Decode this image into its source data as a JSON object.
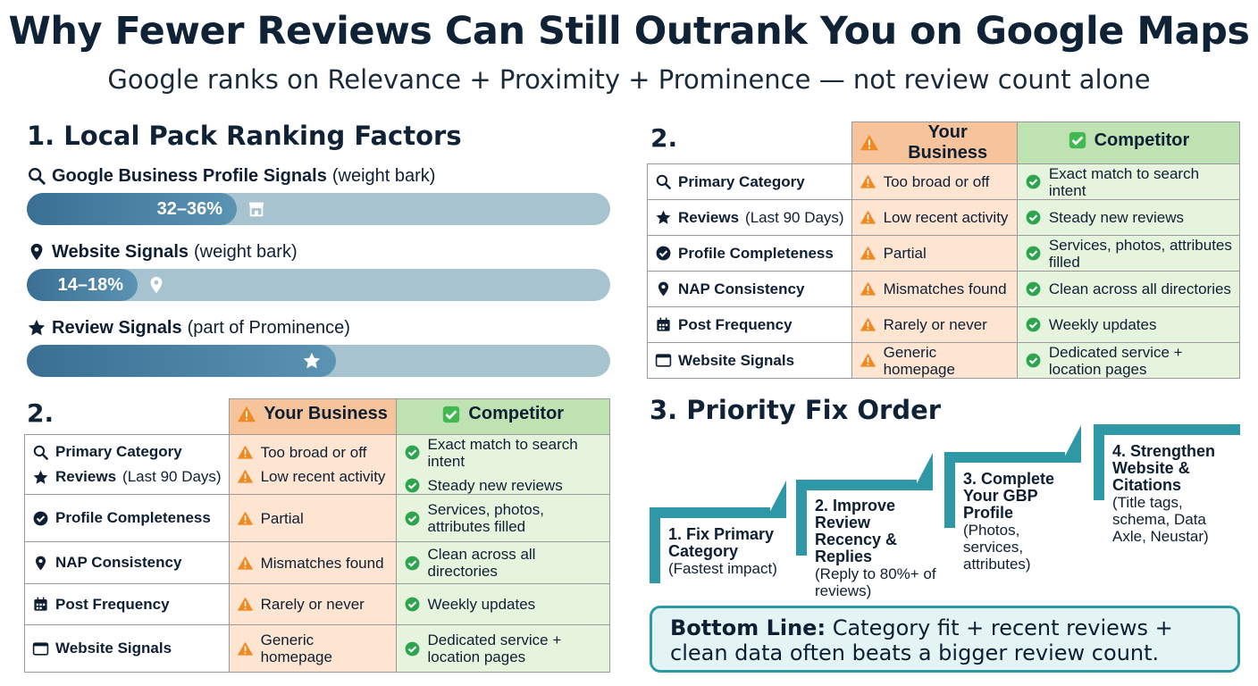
{
  "header": {
    "title": "Why Fewer Reviews Can Still Outrank You on Google Maps",
    "subtitle": "Google ranks on Relevance + Proximity + Prominence — not review count alone"
  },
  "section1": {
    "title": "1. Local Pack Ranking Factors",
    "factors": [
      {
        "name": "Google Business Profile Signals",
        "note": "(weight bark)",
        "value_label": "32–36%",
        "fill_fraction": 0.36,
        "icon": "search-icon"
      },
      {
        "name": "Website Signals",
        "note": "(weight bark)",
        "value_label": "14–18%",
        "fill_fraction": 0.19,
        "icon": "location-pin-icon"
      },
      {
        "name": "Review Signals",
        "note": "(part of Prominence)",
        "value_label": "",
        "fill_fraction": 0.53,
        "icon": "star-icon"
      }
    ]
  },
  "table_left": {
    "number": "2.",
    "col_your": "Your Business",
    "col_comp": "Competitor",
    "rows": [
      {
        "label": "Primary Category",
        "label_note": "",
        "your": "Too broad or off",
        "comp": "Exact match to search intent"
      },
      {
        "label": "Reviews",
        "label_note": "(Last 90 Days)",
        "your": "Low recent activity",
        "comp": "Steady new reviews"
      },
      {
        "label": "Profile Completeness",
        "label_note": "",
        "your": "Partial",
        "comp": "Services, photos, attributes filled"
      },
      {
        "label": "NAP Consistency",
        "label_note": "",
        "your": "Mismatches found",
        "comp": "Clean across all directories"
      },
      {
        "label": "Post Frequency",
        "label_note": "",
        "your": "Rarely or never",
        "comp": "Weekly updates"
      },
      {
        "label": "Website Signals",
        "label_note": "",
        "your": "Generic homepage",
        "comp": "Dedicated service + location pages"
      }
    ]
  },
  "table_right": {
    "number": "2.",
    "col_your": "Your Business",
    "col_comp": "Competitor",
    "rows": [
      {
        "label": "Primary Category",
        "label_note": "",
        "your": "Too broad or off",
        "comp": "Exact match to search intent"
      },
      {
        "label": "Reviews",
        "label_note": "(Last 90 Days)",
        "your": "Low recent activity",
        "comp": "Steady new reviews"
      },
      {
        "label": "Profile Completeness",
        "label_note": "",
        "your": "Partial",
        "comp": "Services, photos, attributes filled"
      },
      {
        "label": "NAP Consistency",
        "label_note": "",
        "your": "Mismatches found",
        "comp": "Clean across all directories"
      },
      {
        "label": "Post Frequency",
        "label_note": "",
        "your": "Rarely or never",
        "comp": "Weekly updates"
      },
      {
        "label": "Website Signals",
        "label_note": "",
        "your": "Generic homepage",
        "comp": "Dedicated service + location pages"
      }
    ]
  },
  "section3": {
    "title": "3. Priority Fix Order",
    "steps": [
      {
        "head": "1. Fix Primary Category",
        "sub": "(Fastest impact)"
      },
      {
        "head": "2. Improve Review Recency & Replies",
        "sub": "(Reply to 80%+ of reviews)"
      },
      {
        "head": "3. Complete Your GBP Profile",
        "sub": "(Photos, services, attributes)"
      },
      {
        "head": "4. Strengthen Website & Citations",
        "sub": "(Title tags, schema, Data Axle, Neustar)"
      }
    ]
  },
  "bottom_line": {
    "label": "Bottom Line:",
    "text": "Category fit + recent reviews + clean data often beats a bigger review count."
  },
  "colors": {
    "bar_fill": "#3a6f93",
    "bar_track": "#a6c3cf",
    "your_header": "#f6c39a",
    "your_cell": "#fde5d2",
    "comp_header": "#bfe2b3",
    "comp_cell": "#e6f4de",
    "warning": "#ef8a22",
    "check": "#2ea44f",
    "teal": "#2f98a6"
  }
}
